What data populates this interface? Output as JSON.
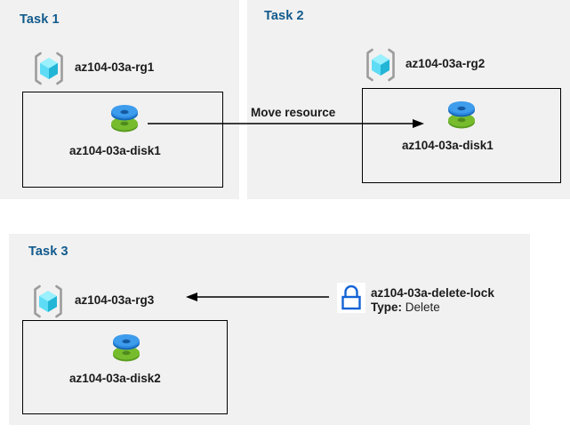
{
  "page": {
    "background": "#ffffff",
    "panel_background": "#f1f1f1",
    "task_label_color": "#125a8c",
    "text_color": "#1a1a1a",
    "border_color": "#000000",
    "lock_color": "#1463d6"
  },
  "tasks": [
    {
      "label": "Task 1",
      "resource_group": {
        "icon": "resource-group-cube-icon",
        "name": "az104-03a-rg1"
      },
      "resource": {
        "icon": "disk-icon",
        "name": "az104-03a-disk1"
      }
    },
    {
      "label": "Task 2",
      "resource_group": {
        "icon": "resource-group-cube-icon",
        "name": "az104-03a-rg2"
      },
      "resource": {
        "icon": "disk-icon",
        "name": "az104-03a-disk1"
      }
    },
    {
      "label": "Task 3",
      "resource_group": {
        "icon": "resource-group-cube-icon",
        "name": "az104-03a-rg3"
      },
      "resource": {
        "icon": "disk-icon",
        "name": "az104-03a-disk2"
      },
      "lock": {
        "icon": "padlock-icon",
        "name": "az104-03a-delete-lock",
        "type_key": "Type:",
        "type_value": "Delete"
      }
    }
  ],
  "connectors": {
    "move_resource": {
      "label": "Move resource",
      "direction": "right",
      "icon": "arrow-right-icon"
    },
    "lock_applies_to": {
      "label": "",
      "direction": "left",
      "icon": "arrow-left-icon"
    }
  }
}
